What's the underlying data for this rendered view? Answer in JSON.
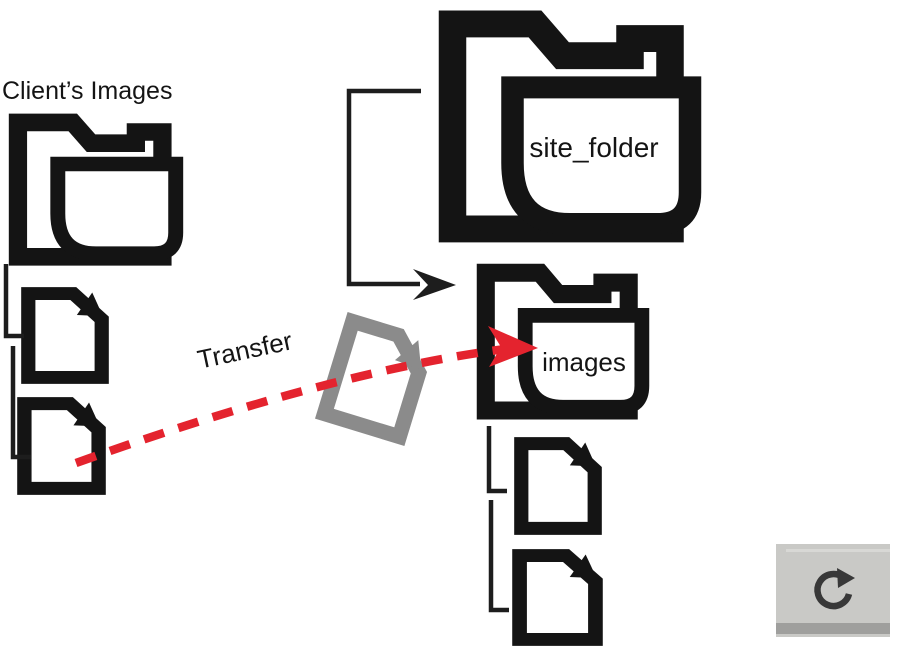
{
  "labels": {
    "source_title": "Client’s Images",
    "transfer": "Transfer",
    "root_folder": "site_folder",
    "images_folder": "images"
  },
  "source": {
    "file_count": 2
  },
  "destination": {
    "file_count": 2
  },
  "icons": {
    "folder-icon": "open folder with front flap",
    "document-icon": "page with folded top-right corner",
    "transfer-file-icon": "gray tilted page with folded corner",
    "flow-arrowhead-icon": "black dart arrow right",
    "transfer-arrowhead-icon": "red dart arrow right",
    "refresh-icon": "↻"
  },
  "colors": {
    "icon_black": "#141414",
    "line_black": "#1d1d1d",
    "document_gray": "#8b8b8b",
    "transfer_red": "#e4232e",
    "button_bg": "#c9c9c6",
    "button_strip": "#9f9f9d",
    "button_icon": "#383838"
  }
}
